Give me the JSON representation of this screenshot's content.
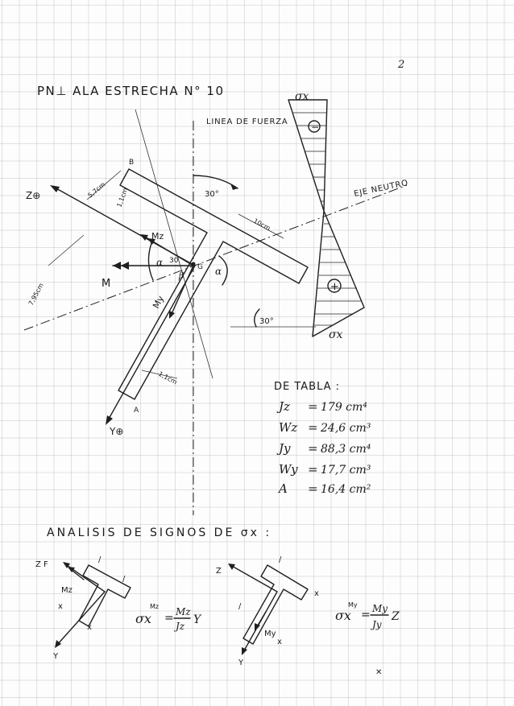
{
  "page_number": "2",
  "title": "PN⊥ ALA ESTRECHA N° 10",
  "labels": {
    "linea_fuerza": "LINEA DE FUERZA",
    "eje_neutro": "EJE NEUTRO",
    "sigma_x_top": "σx",
    "sigma_x_bottom": "σx",
    "minus": "−",
    "plus": "+",
    "angle_30_top": "30°",
    "angle_30_center": "30",
    "angle_30_bottom": "30°",
    "alpha_left": "α",
    "alpha_right": "α",
    "beta": "β",
    "point_b": "B",
    "point_a": "A",
    "point_g": "G",
    "z_axis": "Z⊕",
    "y_axis": "Y⊕",
    "mz": "Mz",
    "my": "My",
    "m": "M",
    "dim_top": "5,7cm",
    "dim_small": "1,1cm",
    "dim_right": "10cm",
    "dim_left": "7,95cm",
    "dim_bottom": "1,1cm"
  },
  "table": {
    "heading": "DE TABLA :",
    "rows": [
      {
        "symbol": "Jz",
        "value": "179 cm⁴"
      },
      {
        "symbol": "Wz",
        "value": "24,6 cm³"
      },
      {
        "symbol": "Jy",
        "value": "88,3 cm⁴"
      },
      {
        "symbol": "Wy",
        "value": "17,7 cm³"
      },
      {
        "symbol": "A",
        "value": "16,4 cm²"
      }
    ]
  },
  "section_heading": "ANALISIS DE SIGNOS DE σx :",
  "left_sketch": {
    "z_label": "Z F",
    "y_label": "Y",
    "moment": "Mz",
    "x1": "x",
    "x2": "x",
    "mark1": "/",
    "mark2": "/"
  },
  "right_sketch": {
    "z_label": "Z",
    "y_label": "Y",
    "moment": "My",
    "x1": "x",
    "x2": "x",
    "mark1": "/",
    "mark2": "/"
  },
  "formula_left": {
    "lhs": "σx",
    "lhs_sup": "Mz",
    "eq": "=",
    "num": "Mz",
    "den": "Jz",
    "var": "Y"
  },
  "formula_right": {
    "lhs": "σx",
    "lhs_sup": "My",
    "eq": "=",
    "num": "My",
    "den": "Jy",
    "var": "Z"
  },
  "corner_mark": "✕"
}
